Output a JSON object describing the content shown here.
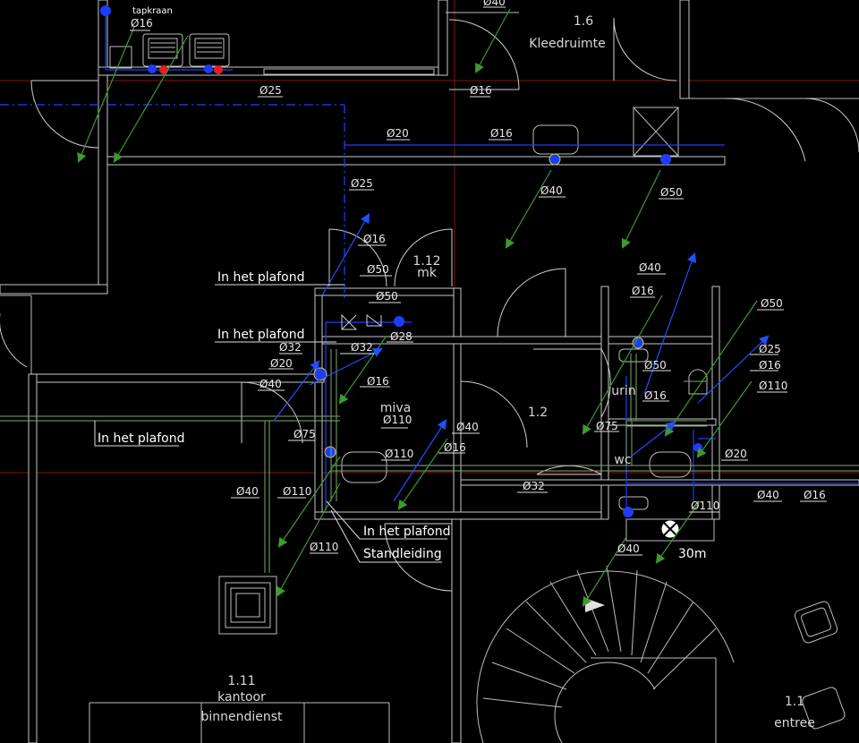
{
  "rooms": {
    "kleedruimte": {
      "number": "1.6",
      "name": "Kleedruimte"
    },
    "mk": {
      "number": "1.12",
      "name": "mk"
    },
    "hall": {
      "number": "1.2"
    },
    "miva": {
      "name": "miva"
    },
    "urin": {
      "name": "urin"
    },
    "wc": {
      "name": "wc"
    },
    "kantoor": {
      "number": "1.11",
      "name": "kantoor",
      "sub": "binnendienst"
    },
    "entree": {
      "number": "1.1",
      "name": "entree"
    }
  },
  "notes": {
    "tapkraan": "tapkraan",
    "plafond1": "In het plafond",
    "plafond2": "In het plafond",
    "plafond3": "In het plafond",
    "plafond4": "In het plafond",
    "standleiding": "Standleiding",
    "thirty_m": "30m"
  },
  "dims": {
    "d1": "Ø16",
    "d2": "Ø40",
    "d3": "Ø25",
    "d4": "Ø16",
    "d5": "Ø20",
    "d6": "Ø16",
    "d7": "Ø25",
    "d8": "Ø40",
    "d9": "Ø50",
    "d10": "Ø16",
    "d11": "Ø50",
    "d12": "Ø50",
    "d13": "Ø28",
    "d14": "Ø32",
    "d15": "Ø32",
    "d16": "Ø20",
    "d17": "Ø40",
    "d18": "Ø16",
    "d19": "Ø110",
    "d20": "Ø75",
    "d21": "Ø40",
    "d22": "Ø16",
    "d23": "Ø110",
    "d24": "Ø40",
    "d25": "Ø110",
    "d26": "Ø110",
    "d27": "Ø32",
    "d28": "Ø40",
    "d29": "Ø16",
    "d30": "Ø50",
    "d31": "Ø25",
    "d32": "Ø16",
    "d33": "Ø50",
    "d34": "Ø16",
    "d35": "Ø110",
    "d36": "Ø75",
    "d37": "Ø20",
    "d38": "Ø40",
    "d39": "Ø16",
    "d40": "Ø110",
    "d41": "Ø40"
  },
  "colors": {
    "water_supply": "#1e3cff",
    "drain": "#3d9a2e",
    "background": "#000000"
  }
}
